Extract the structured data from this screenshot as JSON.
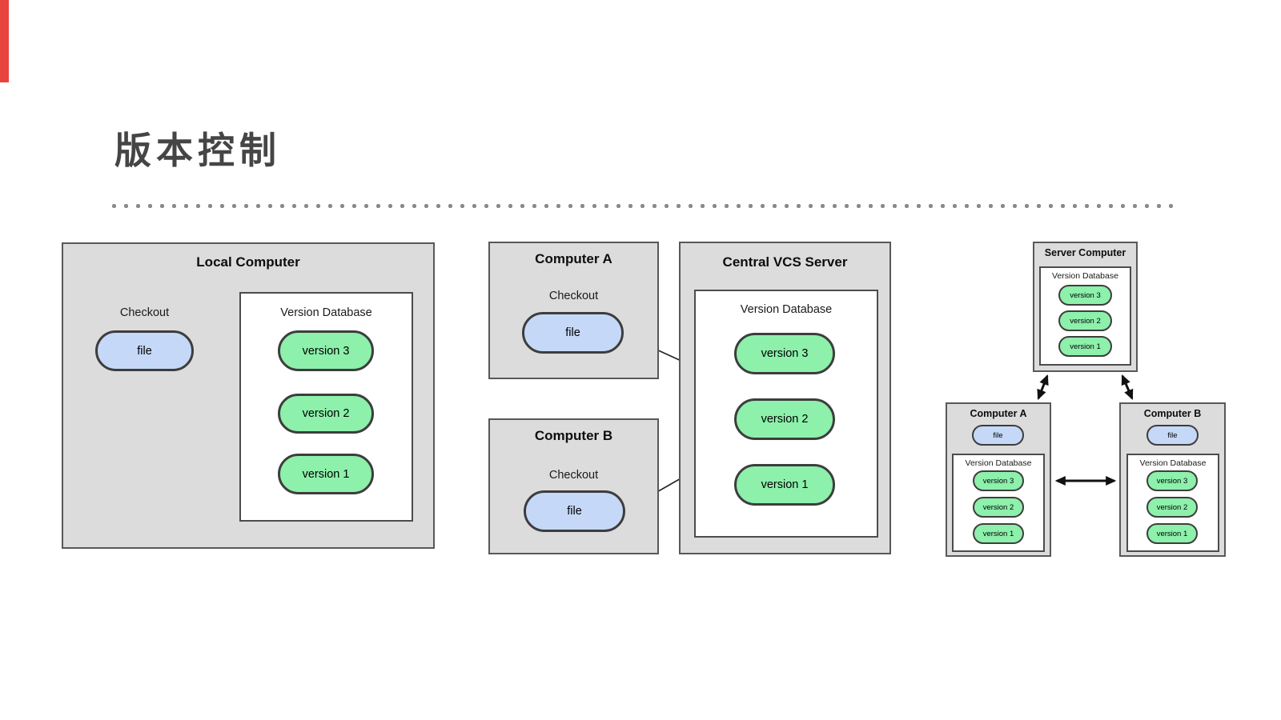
{
  "slide": {
    "title": "版本控制"
  },
  "local": {
    "title": "Local Computer",
    "checkout_label": "Checkout",
    "file_label": "file",
    "db_title": "Version Database",
    "versions": [
      "version 3",
      "version 2",
      "version 1"
    ]
  },
  "centralized": {
    "computer_a": {
      "title": "Computer A",
      "checkout_label": "Checkout",
      "file_label": "file"
    },
    "computer_b": {
      "title": "Computer B",
      "checkout_label": "Checkout",
      "file_label": "file"
    },
    "server": {
      "title": "Central VCS Server",
      "db_title": "Version Database",
      "versions": [
        "version 3",
        "version 2",
        "version 1"
      ]
    }
  },
  "distributed": {
    "server": {
      "title": "Server Computer",
      "db_title": "Version Database",
      "versions": [
        "version 3",
        "version 2",
        "version 1"
      ]
    },
    "computer_a": {
      "title": "Computer A",
      "file_label": "file",
      "db_title": "Version Database",
      "versions": [
        "version 3",
        "version 2",
        "version 1"
      ]
    },
    "computer_b": {
      "title": "Computer B",
      "file_label": "file",
      "db_title": "Version Database",
      "versions": [
        "version 3",
        "version 2",
        "version 1"
      ]
    }
  },
  "colors": {
    "accent_red": "#e8433c",
    "box_fill": "#dcdcdc",
    "box_border": "#585858",
    "file_fill": "#c5d8f7",
    "version_fill": "#8df0ab",
    "pill_border": "#3d3d3d",
    "dot_gray": "#8a8a8a",
    "title_gray": "#454545"
  }
}
